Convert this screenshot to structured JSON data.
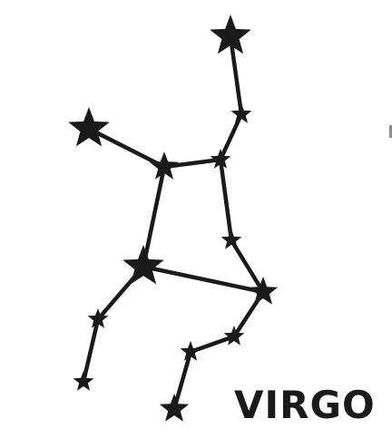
{
  "title": "VIRGO",
  "colors": {
    "background": "#ffffff",
    "ink": "#1a1a1a"
  },
  "stars": [
    {
      "id": "star-top",
      "size": "large"
    },
    {
      "id": "star-upper-right",
      "size": "small"
    },
    {
      "id": "star-left",
      "size": "large"
    },
    {
      "id": "star-shoulder-left",
      "size": "medium"
    },
    {
      "id": "star-shoulder-right",
      "size": "small"
    },
    {
      "id": "star-right-mid",
      "size": "small"
    },
    {
      "id": "star-center",
      "size": "large"
    },
    {
      "id": "star-hip-right",
      "size": "medium"
    },
    {
      "id": "star-leg-left-upper",
      "size": "small"
    },
    {
      "id": "star-leg-left-foot",
      "size": "small"
    },
    {
      "id": "star-leg-right-knee",
      "size": "small"
    },
    {
      "id": "star-leg-right-shin",
      "size": "small"
    },
    {
      "id": "star-leg-right-foot",
      "size": "medium"
    }
  ],
  "connections": [
    [
      "star-top",
      "star-upper-right"
    ],
    [
      "star-upper-right",
      "star-shoulder-right"
    ],
    [
      "star-left",
      "star-shoulder-left"
    ],
    [
      "star-shoulder-left",
      "star-shoulder-right"
    ],
    [
      "star-shoulder-left",
      "star-center"
    ],
    [
      "star-shoulder-right",
      "star-right-mid"
    ],
    [
      "star-right-mid",
      "star-hip-right"
    ],
    [
      "star-center",
      "star-hip-right"
    ],
    [
      "star-center",
      "star-leg-left-upper"
    ],
    [
      "star-leg-left-upper",
      "star-leg-left-foot"
    ],
    [
      "star-hip-right",
      "star-leg-right-knee"
    ],
    [
      "star-leg-right-knee",
      "star-leg-right-shin"
    ],
    [
      "star-leg-right-shin",
      "star-leg-right-foot"
    ]
  ]
}
